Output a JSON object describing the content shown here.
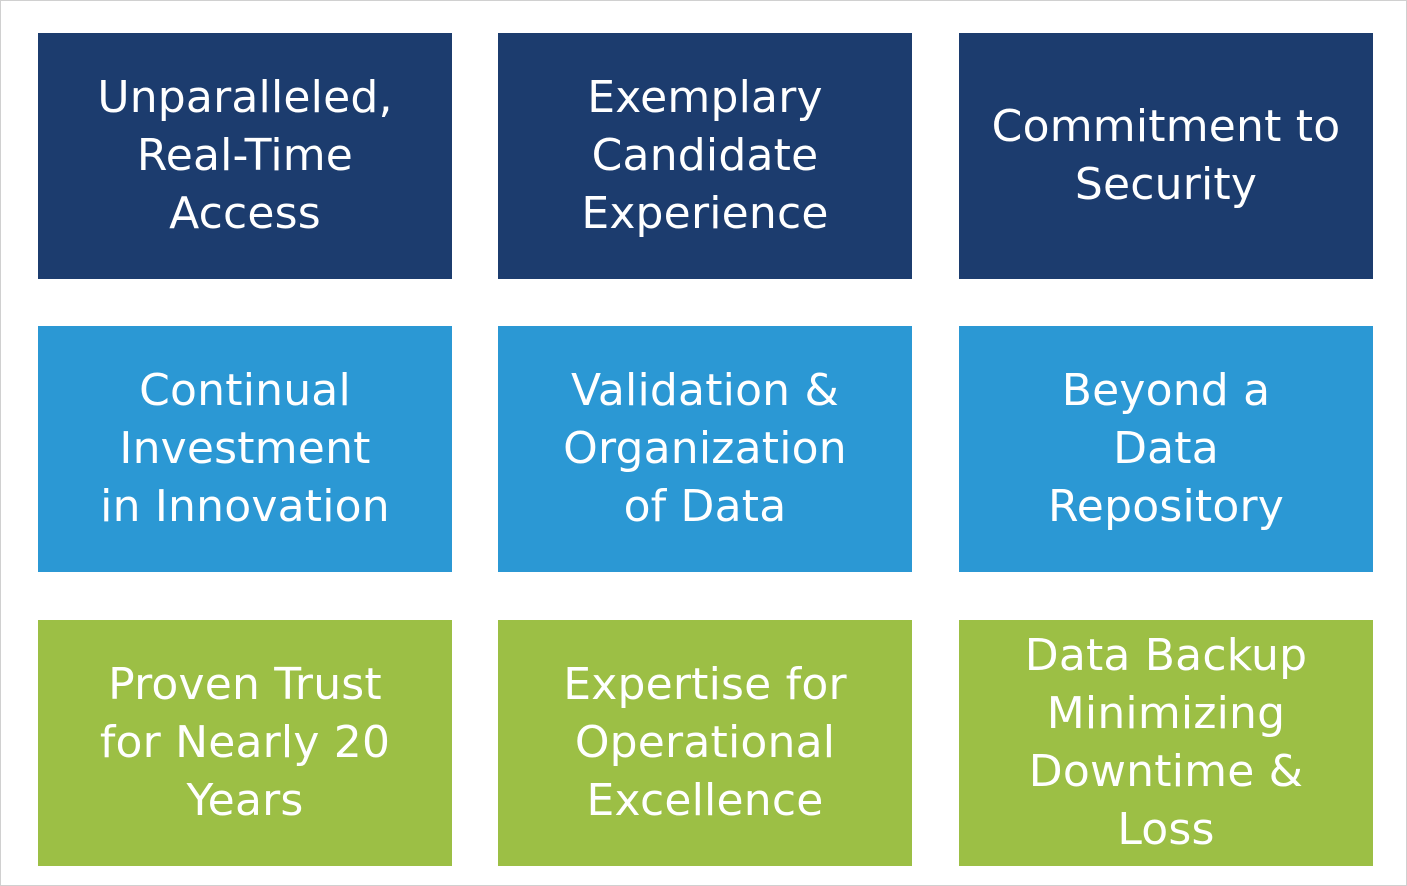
{
  "colors": {
    "dark_blue": "#1c3c6e",
    "light_blue": "#2b98d4",
    "green": "#9cbf45",
    "text": "#ffffff"
  },
  "tiles": [
    {
      "label": "Unparalleled,\nReal-Time Access",
      "color": "dark_blue"
    },
    {
      "label": "Exemplary\nCandidate\nExperience",
      "color": "dark_blue"
    },
    {
      "label": "Commitment to\nSecurity",
      "color": "dark_blue"
    },
    {
      "label": "Continual\nInvestment\nin Innovation",
      "color": "light_blue"
    },
    {
      "label": "Validation &\nOrganization\nof Data",
      "color": "light_blue"
    },
    {
      "label": "Beyond a\nData\nRepository",
      "color": "light_blue"
    },
    {
      "label": "Proven Trust\nfor Nearly 20\nYears",
      "color": "green"
    },
    {
      "label": "Expertise for\nOperational\nExcellence",
      "color": "green"
    },
    {
      "label": "Data Backup\nMinimizing\nDowntime & Loss",
      "color": "green"
    }
  ]
}
